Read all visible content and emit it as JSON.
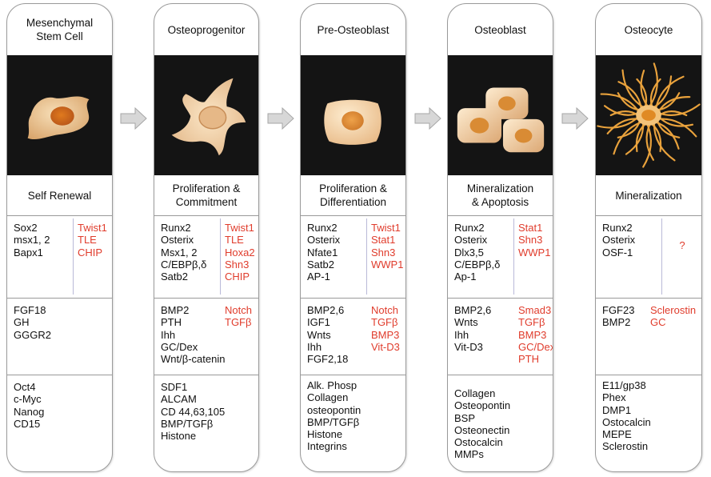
{
  "colors": {
    "border": "#9a9a9a",
    "inhibitor_text": "#e03c2c",
    "image_bg": "#141414",
    "arrow": "#d7d7d7"
  },
  "icons": {
    "stage_arrow": "right-arrow-icon"
  },
  "stages": [
    {
      "title": "Mesenchymal\nStem Cell",
      "process": "Self Renewal",
      "factors_left": [
        "Sox2",
        "msx1, 2",
        "Bapx1"
      ],
      "factors_right": [
        "Twist1",
        "TLE",
        "CHIP"
      ],
      "signals_left": [
        "FGF18",
        "GH",
        "GGGR2"
      ],
      "signals_right": [],
      "markers": [
        "Oct4",
        "c-Myc",
        "Nanog",
        "CD15"
      ]
    },
    {
      "title": "Osteoprogenitor",
      "process": "Proliferation &\nCommitment",
      "factors_left": [
        "Runx2",
        "Osterix",
        "Msx1, 2",
        "C/EBPβ,δ",
        "Satb2"
      ],
      "factors_right": [
        "Twist1",
        "TLE",
        "Hoxa2",
        "Shn3",
        "CHIP"
      ],
      "signals_left": [
        "BMP2",
        "PTH",
        "Ihh",
        "GC/Dex",
        "Wnt/β-catenin"
      ],
      "signals_right": [
        "Notch",
        "TGFβ"
      ],
      "markers": [
        "SDF1",
        "ALCAM",
        "CD 44,63,105",
        "BMP/TGFβ",
        "Histone"
      ]
    },
    {
      "title": "Pre-Osteoblast",
      "process": "Proliferation &\nDifferentiation",
      "factors_left": [
        "Runx2",
        "Osterix",
        "Nfate1",
        "Satb2",
        "AP-1"
      ],
      "factors_right": [
        "Twist1",
        "Stat1",
        "Shn3",
        "WWP1"
      ],
      "signals_left": [
        "BMP2,6",
        "IGF1",
        "Wnts",
        "Ihh",
        "FGF2,18"
      ],
      "signals_right": [
        "Notch",
        "TGFβ",
        "BMP3",
        "Vit-D3"
      ],
      "markers": [
        "Alk. Phosp",
        "Collagen",
        "osteopontin",
        "BMP/TGFβ",
        "Histone",
        "Integrins"
      ]
    },
    {
      "title": "Osteoblast",
      "process": "Mineralization\n& Apoptosis",
      "factors_left": [
        "Runx2",
        "Osterix",
        "Dlx3,5",
        "C/EBPβ,δ",
        "Ap-1"
      ],
      "factors_right": [
        "Stat1",
        "Shn3",
        "WWP1"
      ],
      "signals_left": [
        "BMP2,6",
        "Wnts",
        "Ihh",
        "Vit-D3"
      ],
      "signals_right": [
        "Smad3",
        "TGFβ",
        "BMP3",
        "GC/Dex",
        "PTH"
      ],
      "markers": [
        "Collagen",
        "Osteopontin",
        "BSP",
        "Osteonectin",
        "Ostocalcin",
        "MMPs"
      ]
    },
    {
      "title": "Osteocyte",
      "process": "Mineralization",
      "factors_left": [
        "Runx2",
        "Osterix",
        "OSF-1"
      ],
      "factors_right": [
        "?"
      ],
      "signals_left": [
        "FGF23",
        "BMP2"
      ],
      "signals_right": [
        "Sclerostin",
        "GC"
      ],
      "markers": [
        "E11/gp38",
        "Phex",
        "DMP1",
        "Ostocalcin",
        "MEPE",
        "Sclerostin"
      ]
    }
  ]
}
